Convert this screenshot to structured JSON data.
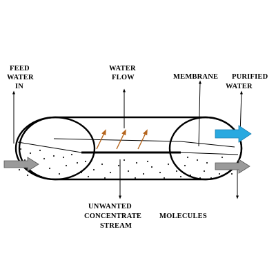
{
  "labels": {
    "feed_line1": "FEED",
    "feed_line2": "WATER",
    "feed_line3": "IN",
    "flow_line1": "WATER",
    "flow_line2": "FLOW",
    "membrane": "MEMBRANE",
    "purified_line1": "PURIFIED",
    "purified_line2": "WATER",
    "unwanted_line1": "UNWANTED",
    "unwanted_line2": "CONCENTRATE",
    "unwanted_line3": "STREAM",
    "molecules": "MOLECULES"
  },
  "colors": {
    "line": "#000000",
    "purified_arrow": "#29a9e0",
    "feed_arrow": "#9a9a9a",
    "permeation_arrow": "#b5651d",
    "dots": "#222222"
  }
}
